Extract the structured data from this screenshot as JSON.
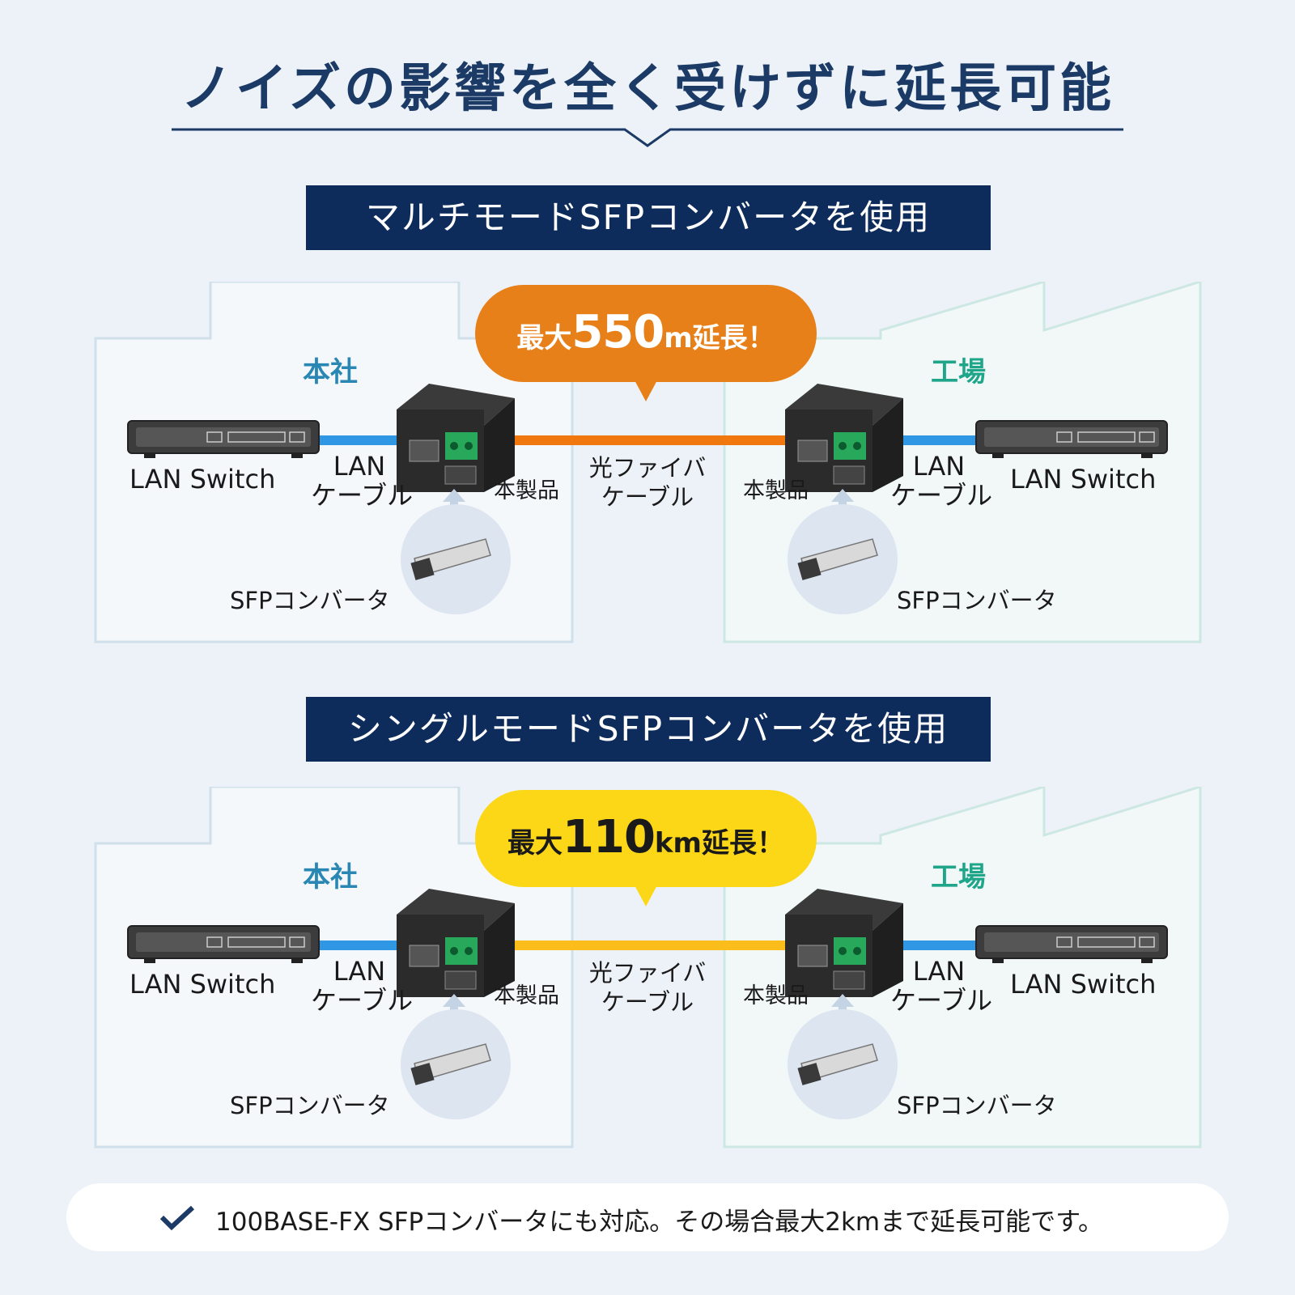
{
  "title": "ノイズの影響を全く受けずに延長可能",
  "sections": [
    {
      "banner": "マルチモードSFPコンバータを使用",
      "bubble": {
        "prefix": "最大",
        "value": "550",
        "unit": "m",
        "suffix": "延長！",
        "color": "#e8801a",
        "text_color": "#ffffff"
      },
      "fiber_color": "#f0780f",
      "left_site": "本社",
      "right_site": "工場",
      "lan_switch": "LAN Switch",
      "lan_cable_1": "LAN",
      "lan_cable_2": "ケーブル",
      "product": "本製品",
      "fiber_1": "光ファイバ",
      "fiber_2": "ケーブル",
      "sfp": "SFPコンバータ"
    },
    {
      "banner": "シングルモードSFPコンバータを使用",
      "bubble": {
        "prefix": "最大",
        "value": "110",
        "unit": "km",
        "suffix": "延長！",
        "color": "#fcd718",
        "text_color": "#1a1a1a"
      },
      "fiber_color": "#fbbd1c",
      "left_site": "本社",
      "right_site": "工場",
      "lan_switch": "LAN Switch",
      "lan_cable_1": "LAN",
      "lan_cable_2": "ケーブル",
      "product": "本製品",
      "fiber_1": "光ファイバ",
      "fiber_2": "ケーブル",
      "sfp": "SFPコンバータ"
    }
  ],
  "colors": {
    "title": "#1c3a66",
    "banner": "#0e2c5b",
    "left_site": "#2a86b3",
    "right_site": "#1ea58a",
    "lan_cable": "#2f97e4"
  },
  "note": {
    "text": "100BASE-FX SFPコンバータにも対応。その場合最大2kmまで延長可能です。",
    "icon": "check-icon"
  }
}
